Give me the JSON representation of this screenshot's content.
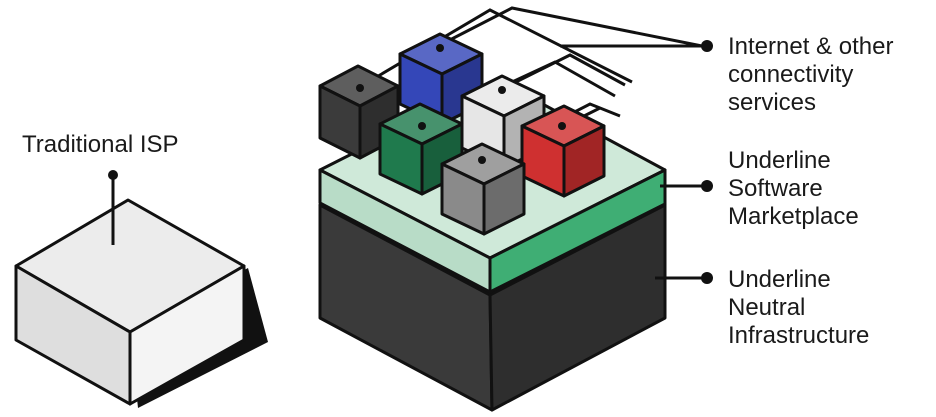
{
  "labels": {
    "traditional_isp": "Traditional ISP",
    "connectivity": [
      "Internet & other",
      "connectivity",
      "services"
    ],
    "marketplace": [
      "Underline",
      "Software",
      "Marketplace"
    ],
    "infrastructure": [
      "Underline",
      "Neutral",
      "Infrastructure"
    ]
  },
  "colors": {
    "isp_top": "#ececec",
    "isp_left": "#dedede",
    "isp_right": "#f4f4f4",
    "infra_top": "#5a5a5a",
    "infra_left": "#3a3a3a",
    "infra_right": "#2e2e2e",
    "platform_top": "#cfe9d9",
    "platform_left": "#b8dcc7",
    "platform_right": "#3fae74",
    "cube_black": "#3b3b3b",
    "cube_blue": "#3447b8",
    "cube_white": "#e6e6e6",
    "cube_green": "#1f7a4d",
    "cube_red": "#cf3030",
    "cube_gray": "#8a8a8a",
    "stroke": "#111111"
  }
}
